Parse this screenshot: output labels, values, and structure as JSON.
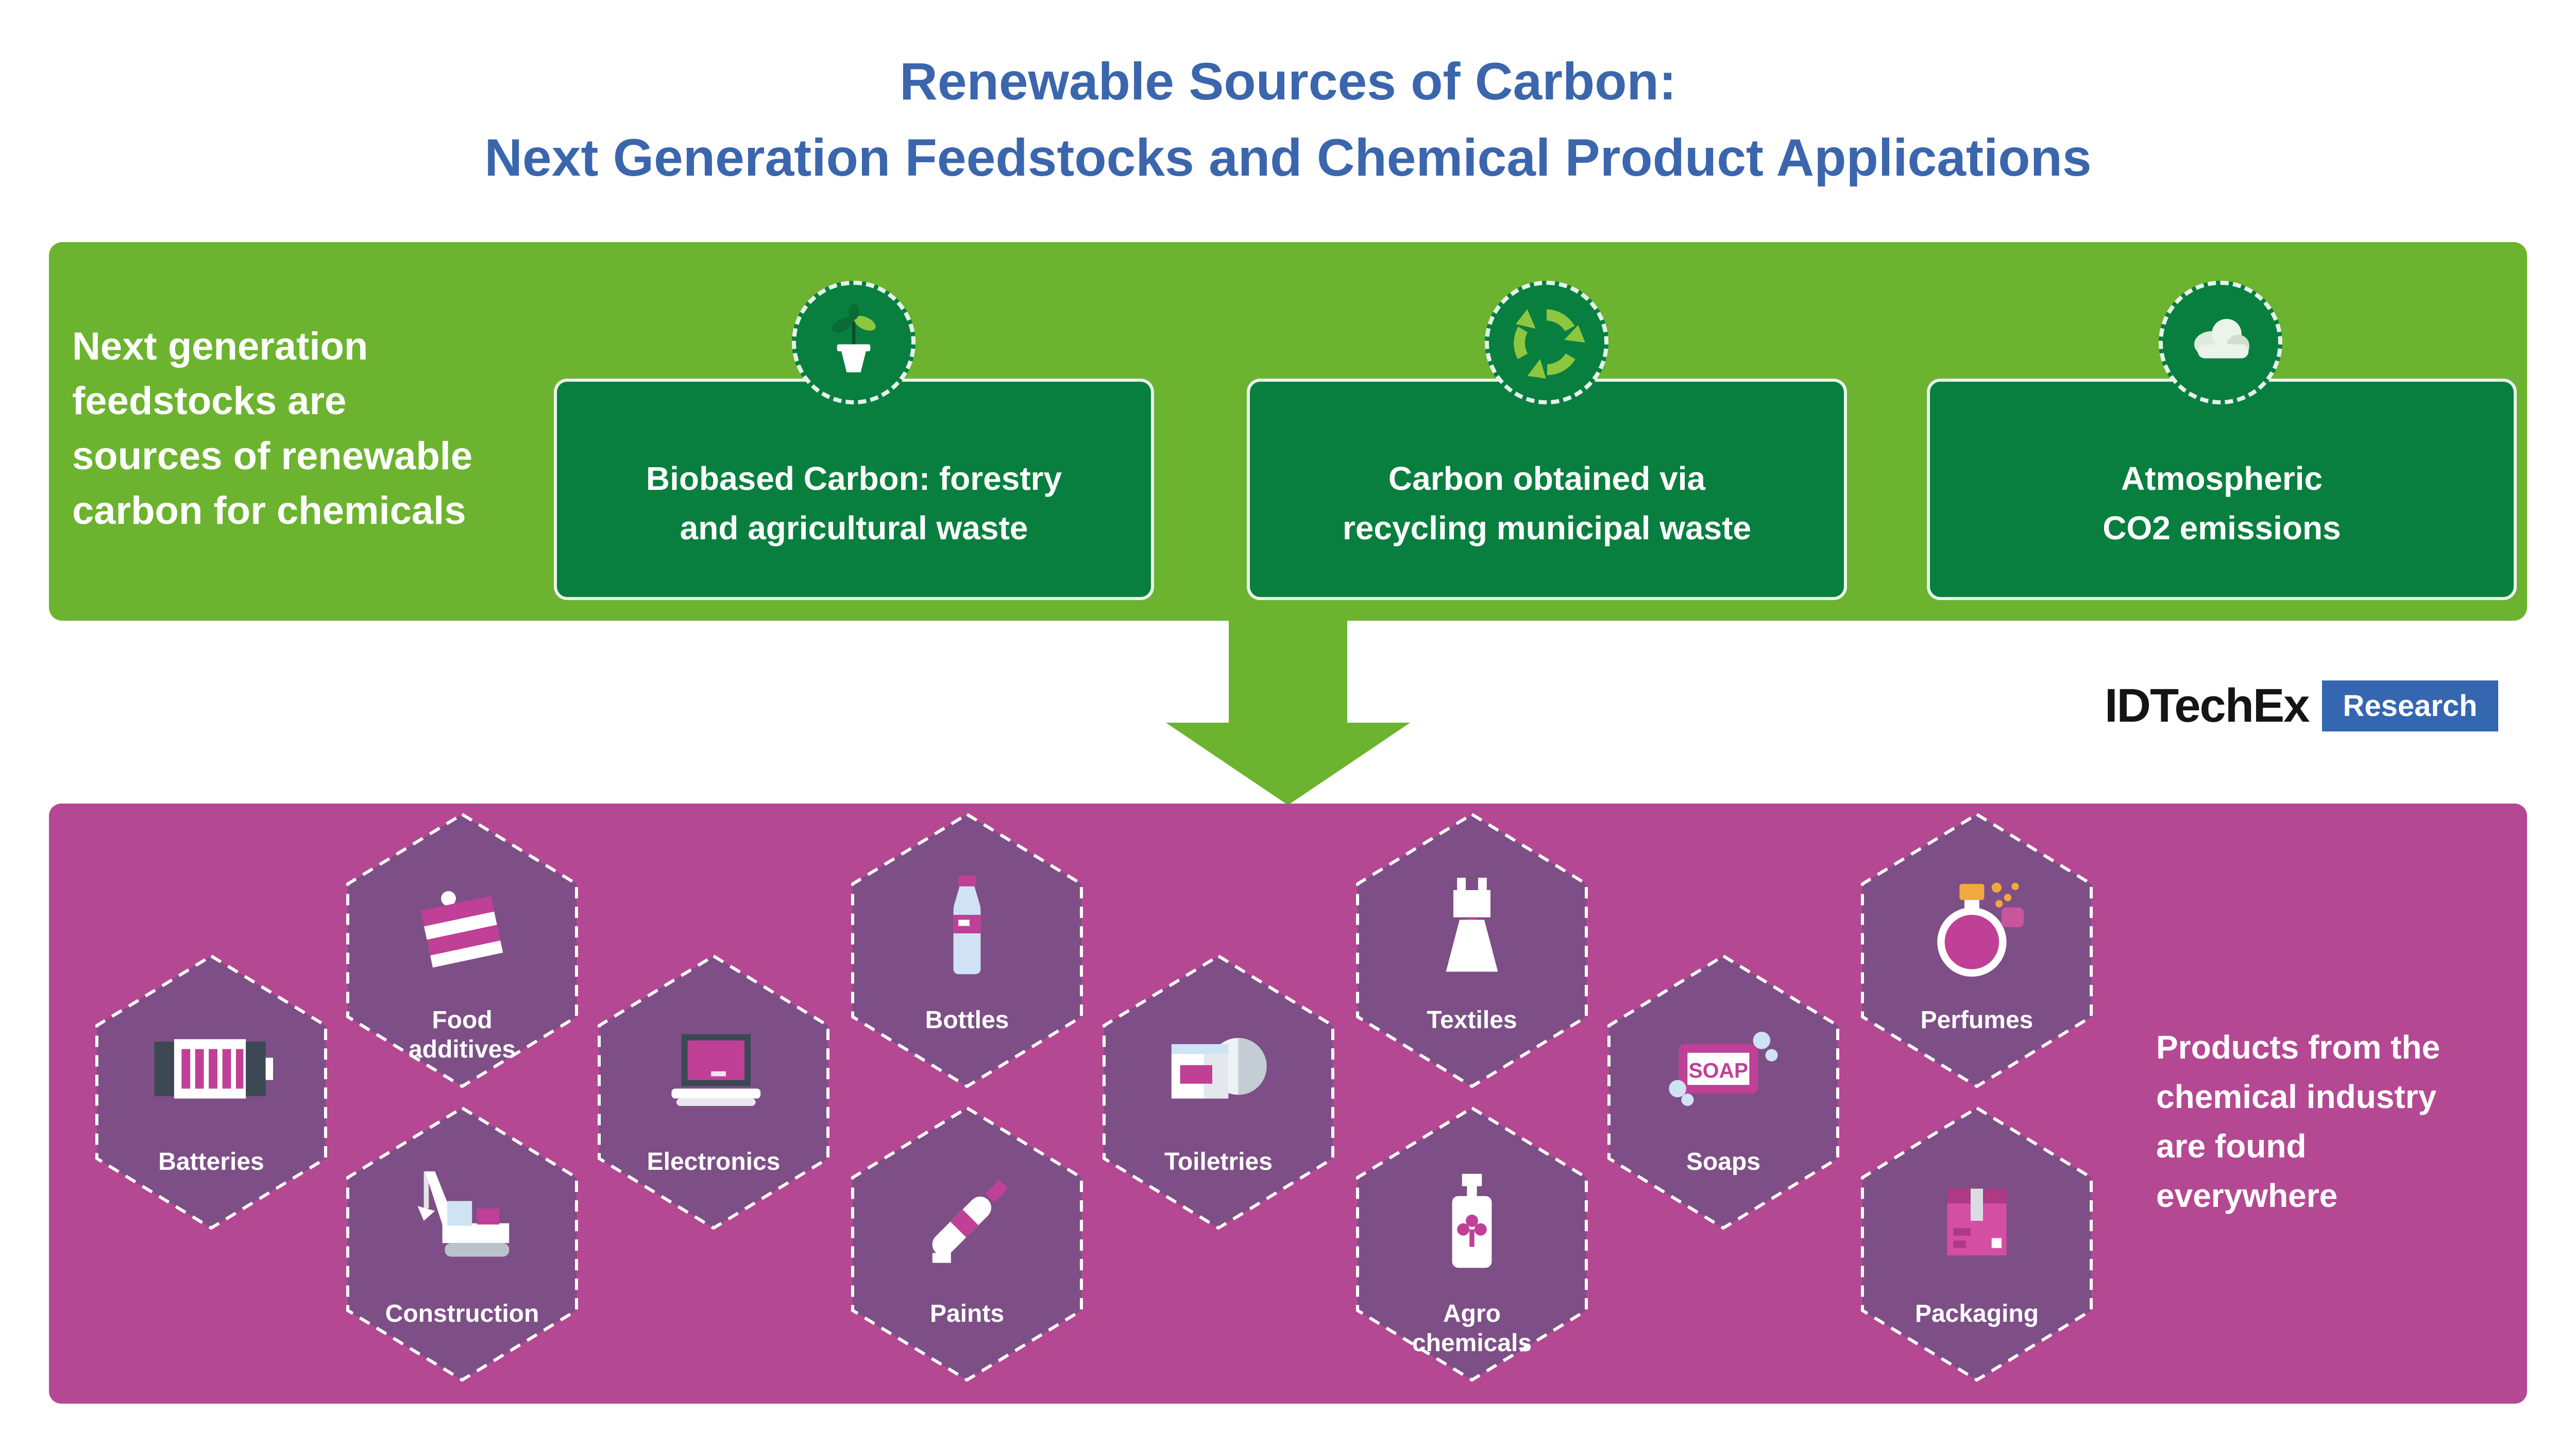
{
  "title": {
    "line1": "Renewable Sources of Carbon:",
    "line2": "Next Generation Feedstocks and Chemical Product Applications"
  },
  "feedstocks_banner": {
    "intro_lines": [
      "Next generation",
      "feedstocks are",
      "sources of renewable",
      "carbon for chemicals"
    ],
    "sources": [
      {
        "icon": "potted-plant-icon",
        "line1": "Biobased Carbon: forestry",
        "line2": "and agricultural waste"
      },
      {
        "icon": "recycle-icon",
        "line1": "Carbon obtained via",
        "line2": "recycling municipal waste"
      },
      {
        "icon": "cloud-icon",
        "line1": "Atmospheric",
        "line2": "CO2 emissions"
      }
    ]
  },
  "brand": {
    "name": "IDTechEx",
    "division": "Research"
  },
  "products_panel": {
    "caption_lines": [
      "Products from the",
      "chemical industry",
      "are found",
      "everywhere"
    ],
    "soap_text": "SOAP",
    "products": [
      {
        "icon": "battery-icon",
        "label": "Batteries"
      },
      {
        "icon": "cake-icon",
        "label": "Food additives"
      },
      {
        "icon": "excavator-icon",
        "label": "Construction"
      },
      {
        "icon": "laptop-icon",
        "label": "Electronics"
      },
      {
        "icon": "bottle-icon",
        "label": "Bottles"
      },
      {
        "icon": "paint-roller-icon",
        "label": "Paints"
      },
      {
        "icon": "toiletries-icon",
        "label": "Toiletries"
      },
      {
        "icon": "dress-icon",
        "label": "Textiles"
      },
      {
        "icon": "spray-bottle-icon",
        "label": "Agro chemicals"
      },
      {
        "icon": "soap-icon",
        "label": "Soaps"
      },
      {
        "icon": "perfume-icon",
        "label": "Perfumes"
      },
      {
        "icon": "package-icon",
        "label": "Packaging"
      }
    ]
  },
  "colors": {
    "title_blue": "#3b66ad",
    "banner_green": "#6cb32f",
    "box_dark_green": "#087f3e",
    "accent_light_green": "#8dc63f",
    "panel_magenta": "#b54892",
    "hex_purple": "#7d4f86",
    "icon_pink": "#bf4096",
    "brand_blue": "#3566b0"
  }
}
